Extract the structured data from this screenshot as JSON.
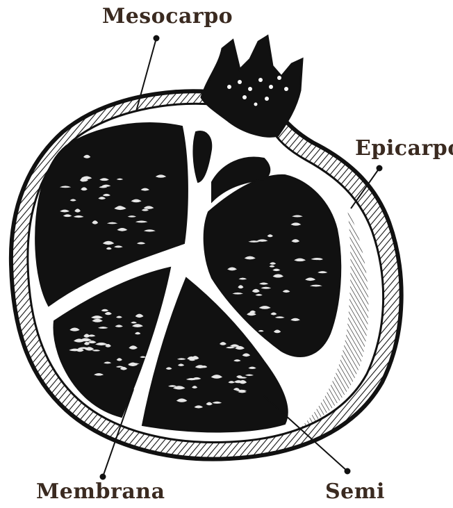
{
  "labels": {
    "mesocarp": "Mesocarpo",
    "epicarp": "Epicarpo",
    "membrane": "Membrana",
    "seeds": "Semi"
  },
  "colors": {
    "ink": "#111111",
    "label_text": "#3a2a20",
    "background": "#ffffff"
  }
}
